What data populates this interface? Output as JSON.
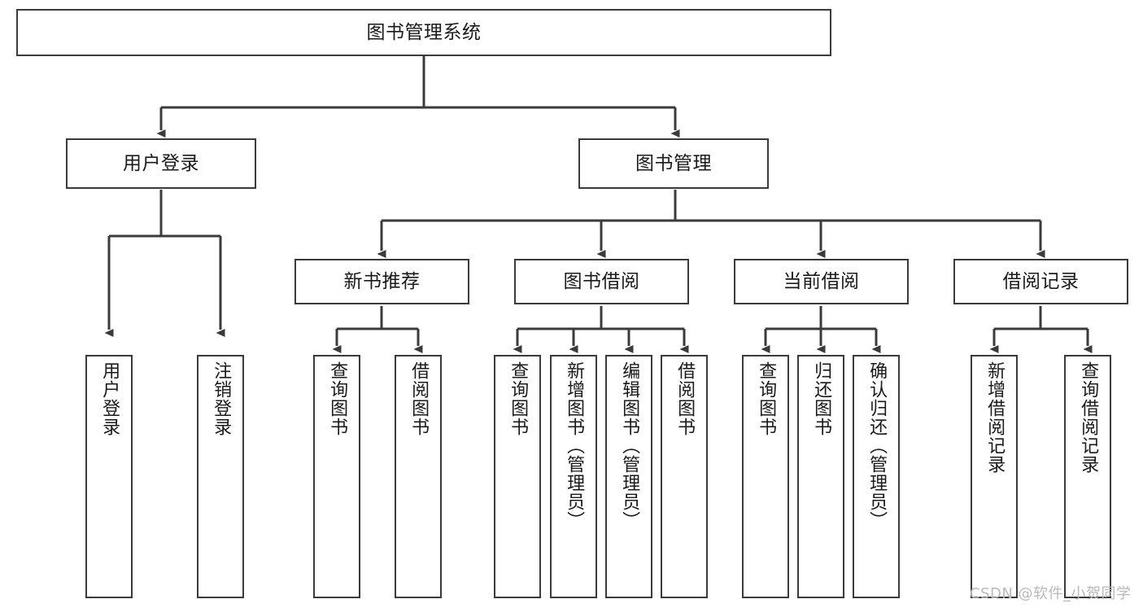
{
  "diagram": {
    "title": "图书管理系统",
    "type": "tree-hierarchy-chart",
    "root": {
      "label": "图书管理系统"
    },
    "level1": [
      {
        "label": "用户登录"
      },
      {
        "label": "图书管理"
      }
    ],
    "level2": [
      {
        "label": "新书推荐"
      },
      {
        "label": "图书借阅"
      },
      {
        "label": "当前借阅"
      },
      {
        "label": "借阅记录"
      }
    ],
    "leaves": {
      "user_login": [
        {
          "label": "用户登录"
        },
        {
          "label": "注销登录"
        }
      ],
      "new_book_recommend": [
        {
          "label": "查询图书"
        },
        {
          "label": "借阅图书"
        }
      ],
      "book_borrow": [
        {
          "label": "查询图书"
        },
        {
          "label": "新增图书（管理员）"
        },
        {
          "label": "编辑图书（管理员）"
        },
        {
          "label": "借阅图书"
        }
      ],
      "current_borrow": [
        {
          "label": "查询图书"
        },
        {
          "label": "归还图书"
        },
        {
          "label": "确认归还（管理员）"
        }
      ],
      "borrow_record": [
        {
          "label": "新增借阅记录"
        },
        {
          "label": "查询借阅记录"
        }
      ]
    }
  },
  "watermark": {
    "text": "CSDN @软件_小贺同学"
  },
  "colors": {
    "stroke": "#3b3b3b",
    "fill": "#ffffff",
    "text": "#1a1a1a",
    "watermark": "#b9b9b9"
  }
}
